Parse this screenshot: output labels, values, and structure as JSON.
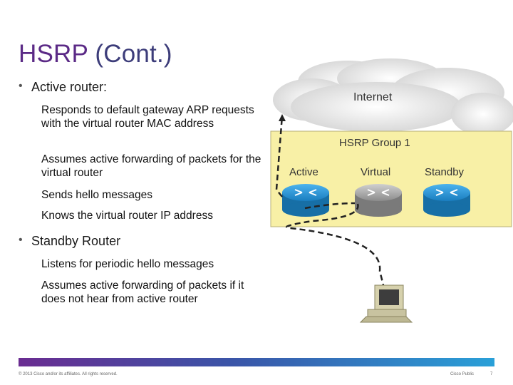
{
  "slide": {
    "title": "HSRP",
    "title_paren": "(Cont.)"
  },
  "bullets": [
    {
      "label": "Active router:",
      "items": [
        "Responds to default gateway ARP requests with the virtual router MAC address",
        "Assumes active forwarding of packets for the virtual router",
        "Sends hello messages",
        "Knows the virtual router IP address"
      ]
    },
    {
      "label": "Standby Router",
      "items": [
        "Listens for periodic hello messages",
        "Assumes active forwarding of packets if it does not hear from active router"
      ]
    }
  ],
  "diagram": {
    "cloud_label": "Internet",
    "group_label": "HSRP Group 1",
    "routers": [
      {
        "label": "Active",
        "color": "#1e8fd0"
      },
      {
        "label": "Virtual",
        "color": "#9a9a9a"
      },
      {
        "label": "Standby",
        "color": "#1e8fd0"
      }
    ],
    "group_bg": "#f8f0a6"
  },
  "footer": {
    "copyright": "© 2013 Cisco and/or its affiliates. All rights reserved.",
    "classification": "Cisco Public",
    "page": "7"
  }
}
